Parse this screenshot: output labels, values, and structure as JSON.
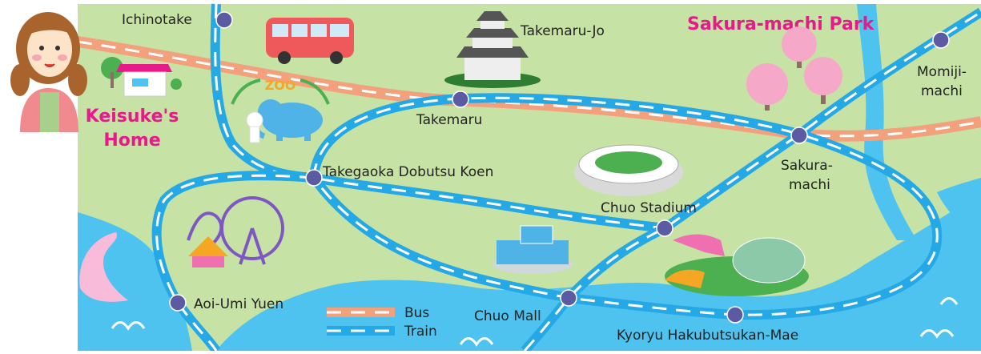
{
  "map": {
    "stations": [
      {
        "id": "ichinotake",
        "label": "Ichinotake"
      },
      {
        "id": "takemaru",
        "label": "Takemaru"
      },
      {
        "id": "sakura_machi",
        "label_line1": "Sakura-",
        "label_line2": "machi"
      },
      {
        "id": "momiji_machi",
        "label_line1": "Momiji-",
        "label_line2": "machi"
      },
      {
        "id": "takegaoka",
        "label": "Takegaoka Dobutsu Koen"
      },
      {
        "id": "chuo_stadium",
        "label": "Chuo Stadium"
      },
      {
        "id": "chuo_mall",
        "label": "Chuo Mall"
      },
      {
        "id": "aoi_umi_yuen",
        "label": "Aoi-Umi Yuen"
      },
      {
        "id": "kyoryu",
        "label": "Kyoryu Hakubutsukan-Mae"
      }
    ],
    "places": {
      "takemaru_jo": "Takemaru-Jo",
      "sakura_park": "Sakura-machi Park",
      "home_line1": "Keisuke's",
      "home_line2": "Home",
      "zoo_sign": "ZOO"
    },
    "legend": {
      "bus": "Bus",
      "train": "Train"
    },
    "colors": {
      "land": "#c6e3a5",
      "water": "#4fc3ef",
      "bus_route": "#f3a07c",
      "train_route": "#24a8e6",
      "station": "#5c5aa3",
      "park_title": "#e8198b",
      "home_title": "#e8198b"
    }
  }
}
